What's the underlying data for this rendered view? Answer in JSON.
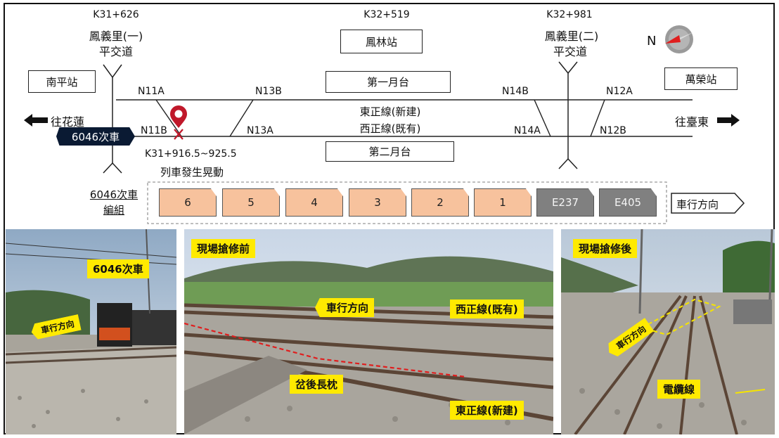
{
  "stations": {
    "left": "南平站",
    "center": "鳳林站",
    "right": "萬榮站"
  },
  "crossings": {
    "left_km": "K31+626",
    "left_name": "鳳義里(一)",
    "left_sub": "平交道",
    "center_km": "K32+519",
    "right_km": "K32+981",
    "right_name": "鳳義里(二)",
    "right_sub": "平交道"
  },
  "compass_label": "N",
  "platforms": {
    "first": "第一月台",
    "second": "第二月台"
  },
  "tracks": {
    "east": "東正線(新建)",
    "west": "西正線(既有)"
  },
  "directions": {
    "left": "往花蓮",
    "right": "往臺東",
    "travel": "車行方向"
  },
  "switches": {
    "n11a": "N11A",
    "n11b": "N11B",
    "n13a": "N13A",
    "n13b": "N13B",
    "n14a": "N14A",
    "n14b": "N14B",
    "n12a": "N12A",
    "n12b": "N12B"
  },
  "train_label": "6046次車",
  "incident": {
    "km": "K31+916.5~925.5",
    "desc": "列車發生晃動"
  },
  "formation": {
    "label_line1": "6046次車",
    "label_line2": "編組",
    "cars": [
      "6",
      "5",
      "4",
      "3",
      "2",
      "1",
      "E237",
      "E405"
    ]
  },
  "photos": {
    "left_train": "6046次車",
    "left_direction": "車行方向",
    "middle_before": "現場搶修前",
    "middle_direction": "車行方向",
    "middle_west": "西正線(既有)",
    "middle_sleeper": "岔後長枕",
    "middle_east": "東正線(新建)",
    "right_after": "現場搶修後",
    "right_direction": "車行方向",
    "right_cable": "電纜線"
  },
  "colors": {
    "car_fill": "#f7c29d",
    "loco_fill": "#808080",
    "label_yellow": "#ffea00",
    "marker_red": "#c0182a",
    "train_label_bg": "#0a1a33"
  }
}
